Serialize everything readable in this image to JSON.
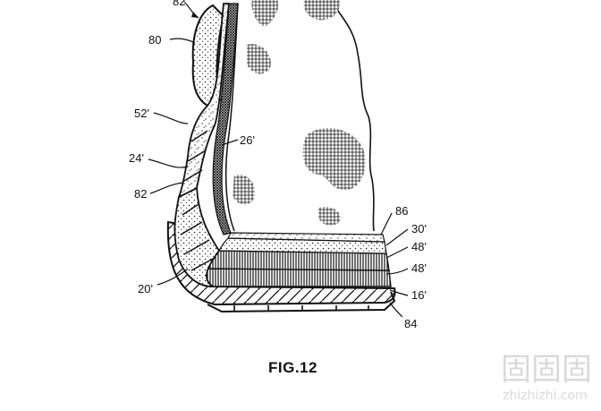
{
  "figure_label": "FIG.12",
  "reference_numerals": {
    "r82_top": "82",
    "r80": "80",
    "r52": "52'",
    "r26": "26'",
    "r24": "24'",
    "r82": "82",
    "r86": "86",
    "r30": "30'",
    "r48a": "48'",
    "r48b": "48'",
    "r20": "20'",
    "r16": "16'",
    "r84": "84"
  },
  "watermark": {
    "glyphs": "固固固",
    "url": "zhizhizhi.com"
  }
}
